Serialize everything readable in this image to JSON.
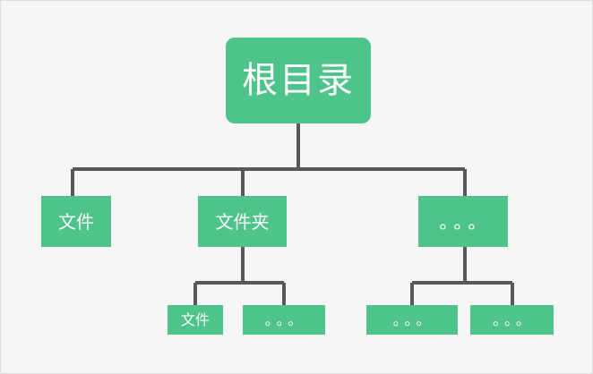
{
  "diagram": {
    "type": "tree",
    "title": "",
    "background_color": "#f5f6f5",
    "node_color": "#4ec38a",
    "node_text_color": "#ffffff",
    "edge_color": "#585858",
    "border_color": "#dcdcdc",
    "nodes": [
      {
        "id": "root",
        "label": "根目录",
        "level": 1,
        "shape": "rounded-rect",
        "parent": null
      },
      {
        "id": "file-1",
        "label": "文件",
        "level": 2,
        "shape": "rect",
        "parent": "root"
      },
      {
        "id": "folder-1",
        "label": "文件夹",
        "level": 2,
        "shape": "rect",
        "parent": "root"
      },
      {
        "id": "more-1",
        "label": "。。。",
        "level": 2,
        "shape": "rect",
        "parent": "root"
      },
      {
        "id": "file-2",
        "label": "文件",
        "level": 3,
        "shape": "rect",
        "parent": "folder-1"
      },
      {
        "id": "more-2",
        "label": "。。。",
        "level": 3,
        "shape": "rect",
        "parent": "folder-1"
      },
      {
        "id": "more-3",
        "label": "。。。",
        "level": 3,
        "shape": "rect",
        "parent": "more-1"
      },
      {
        "id": "more-4",
        "label": "。。。",
        "level": 3,
        "shape": "rect",
        "parent": "more-1"
      }
    ],
    "edges": [
      {
        "from": "root",
        "to": "file-1"
      },
      {
        "from": "root",
        "to": "folder-1"
      },
      {
        "from": "root",
        "to": "more-1"
      },
      {
        "from": "folder-1",
        "to": "file-2"
      },
      {
        "from": "folder-1",
        "to": "more-2"
      },
      {
        "from": "more-1",
        "to": "more-3"
      },
      {
        "from": "more-1",
        "to": "more-4"
      }
    ]
  }
}
